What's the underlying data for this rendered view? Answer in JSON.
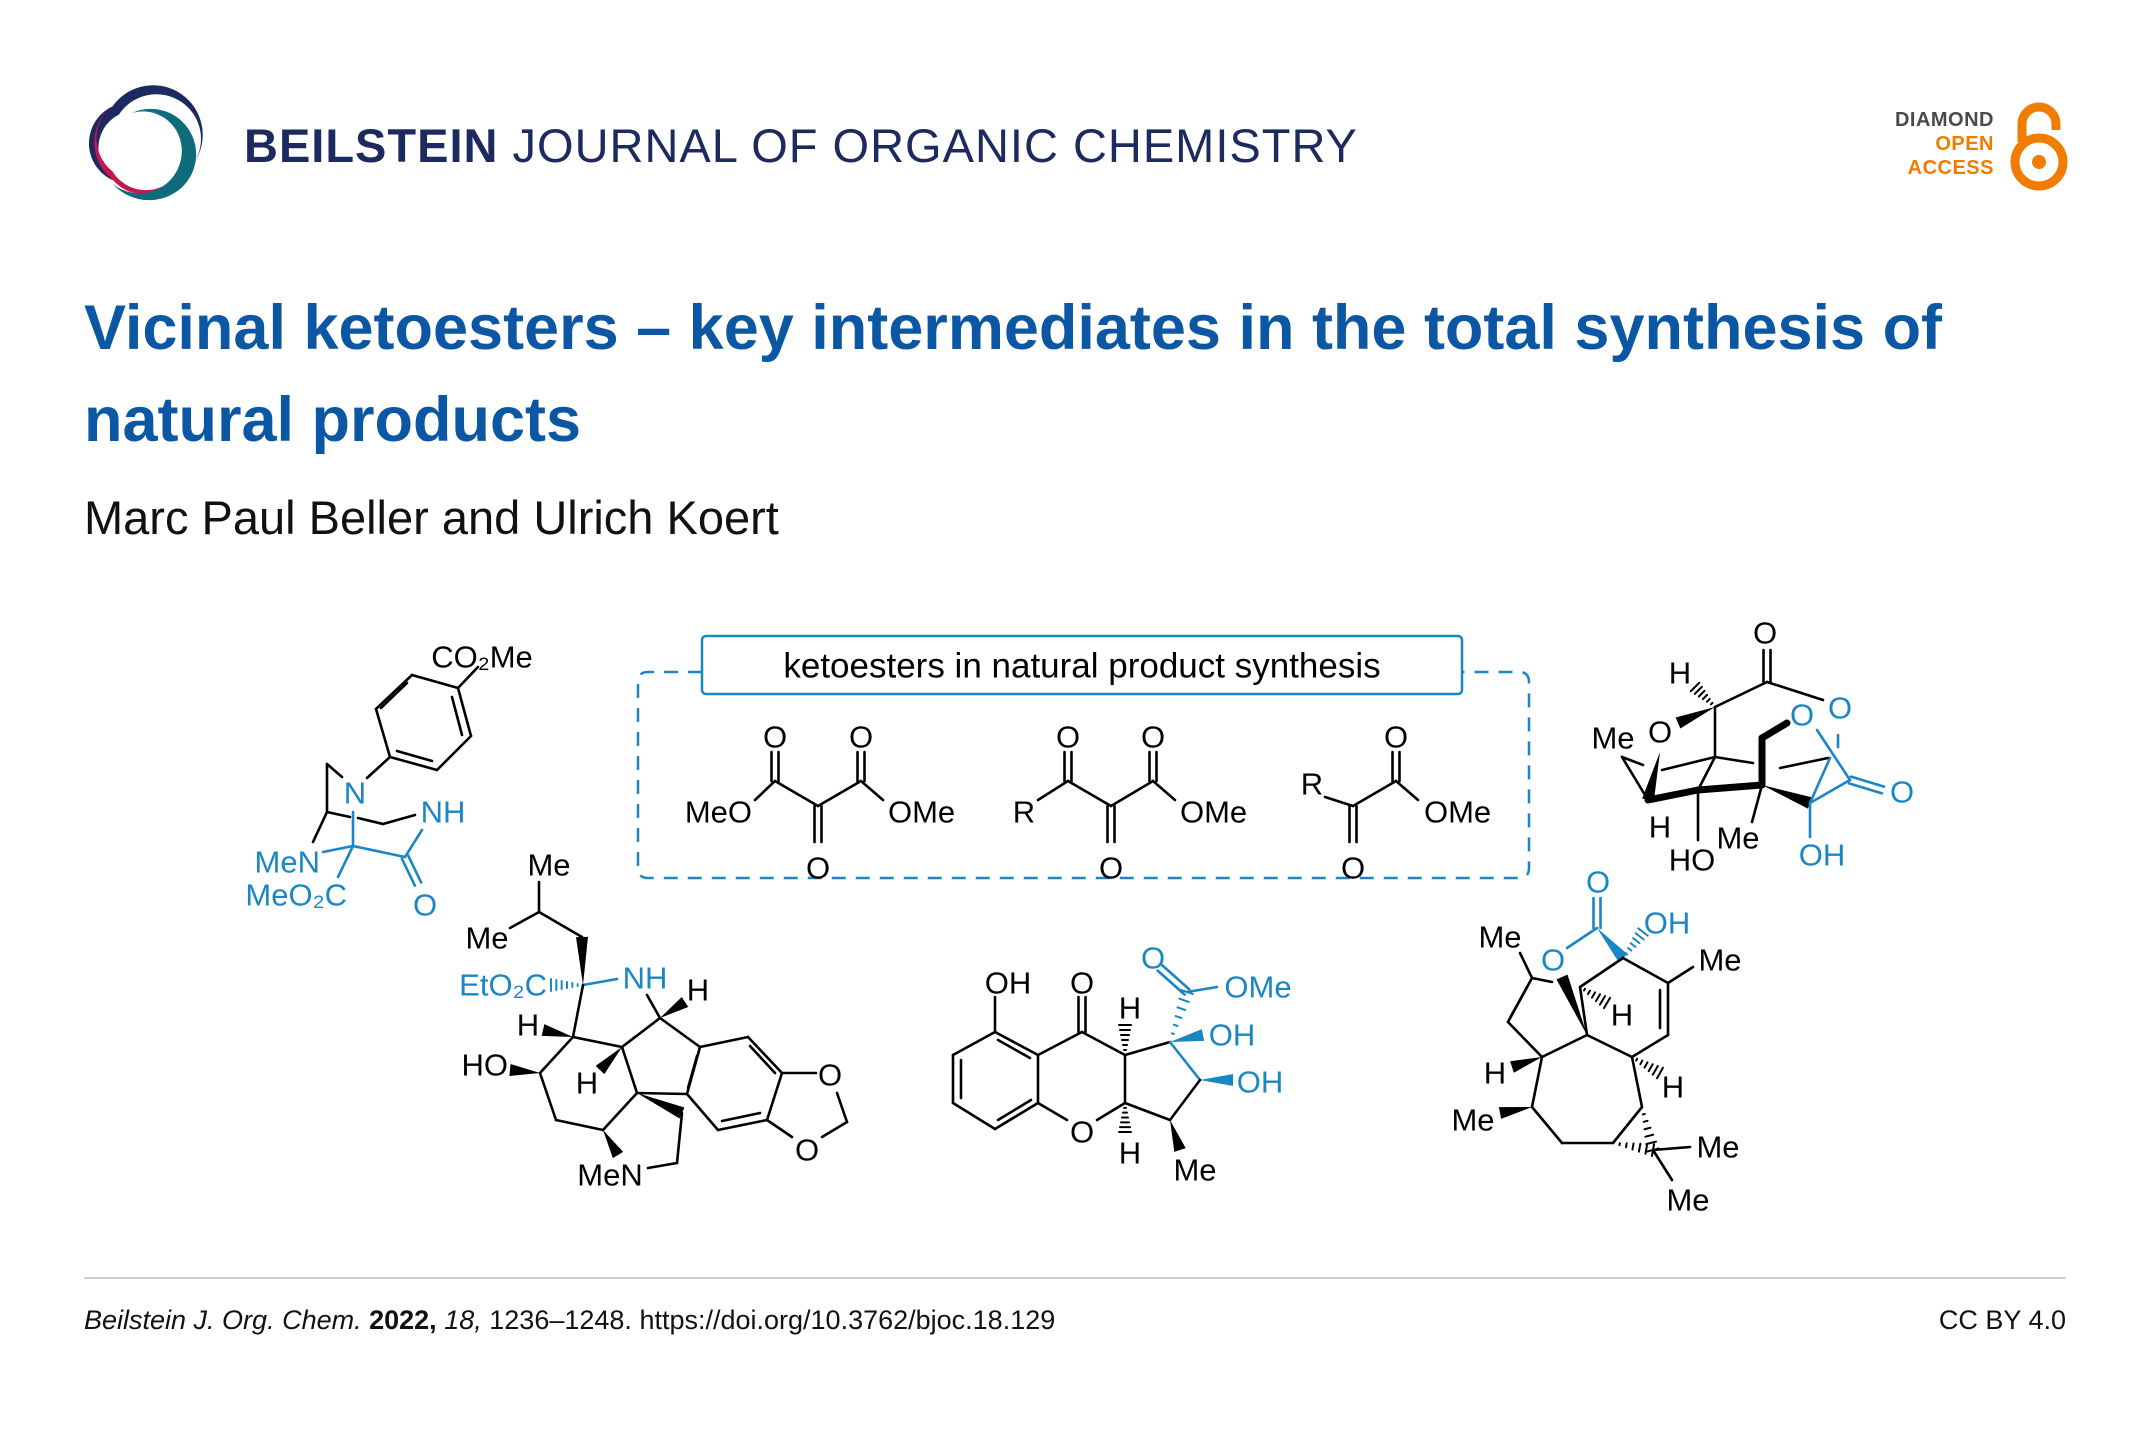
{
  "header": {
    "journal_bold": "BEILSTEIN",
    "journal_rest": "JOURNAL OF ORGANIC CHEMISTRY",
    "badge": {
      "line1": "DIAMOND",
      "line2": "OPEN",
      "line3": "ACCESS"
    }
  },
  "article": {
    "title": "Vicinal ketoesters – key intermediates in the total synthesis of natural products",
    "authors": "Marc Paul Beller and Ulrich Koert"
  },
  "graphic": {
    "box_label": "ketoesters in natural product synthesis",
    "colors": {
      "accent": "#1a86c4",
      "bond": "#000000"
    },
    "core_structures": [
      {
        "labels": [
          "MeO",
          "O",
          "O",
          "O",
          "OMe"
        ]
      },
      {
        "labels": [
          "R",
          "O",
          "O",
          "O",
          "OMe"
        ]
      },
      {
        "labels": [
          "R",
          "O",
          "O",
          "OMe"
        ]
      }
    ],
    "molecules": [
      {
        "labels": [
          "CO₂Me",
          "N",
          "NH",
          "MeN",
          "MeO₂C",
          "O"
        ]
      },
      {
        "labels": [
          "Me",
          "Me",
          "EtO₂C",
          "NH",
          "H",
          "H",
          "HO",
          "H",
          "MeN",
          "O",
          "O"
        ]
      },
      {
        "labels": [
          "O",
          "H",
          "O",
          "Me",
          "H",
          "HO",
          "Me",
          "O",
          "O",
          "O",
          "OH"
        ]
      },
      {
        "labels": [
          "OH",
          "O",
          "H",
          "O",
          "H",
          "Me",
          "OH",
          "OH",
          "O",
          "OMe"
        ]
      },
      {
        "labels": [
          "O",
          "O",
          "OH",
          "Me",
          "Me",
          "H",
          "H",
          "H",
          "Me",
          "Me",
          "Me"
        ]
      }
    ]
  },
  "footer": {
    "journal_abbrev": "Beilstein J. Org. Chem.",
    "year": "2022,",
    "volume": "18,",
    "pages": "1236–1248.",
    "doi": "https://doi.org/10.3762/bjoc.18.129",
    "license": "CC BY 4.0"
  }
}
